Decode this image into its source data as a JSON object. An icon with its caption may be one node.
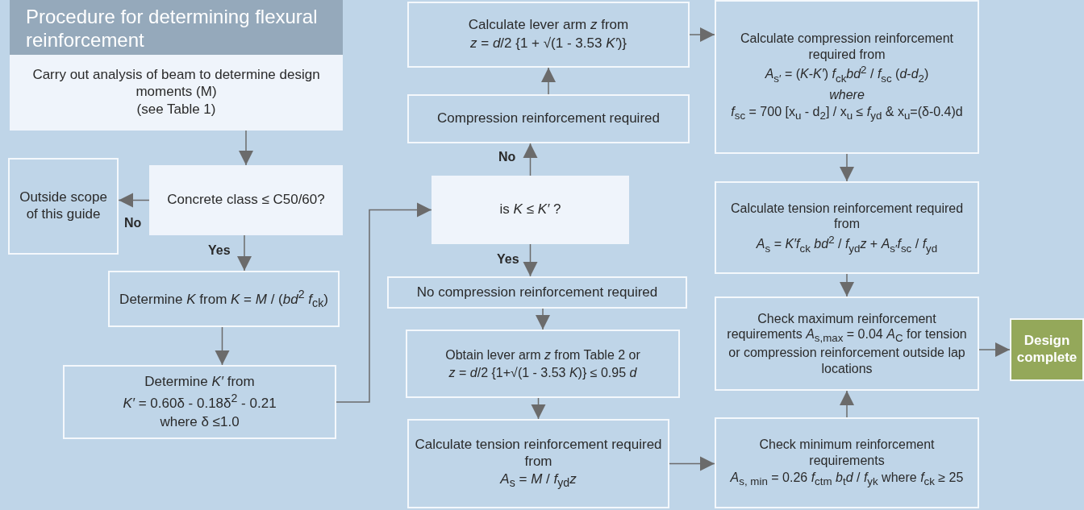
{
  "diagram": {
    "title": "Procedure for determining flexural reinforcement",
    "nodes": [
      {
        "text": [
          "Carry out analysis of beam to determine design moments (M)",
          "(see Table 1)"
        ]
      },
      {
        "text": [
          "Concrete class ≤ C50/60?"
        ]
      },
      {
        "text": [
          "Outside scope of this guide"
        ]
      },
      {
        "text": [
          "Determine *K* from *K* = *M* / (*bd*$^{2}$ *f*$_{ck}$)"
        ]
      },
      {
        "text": [
          "Determine *K′* from",
          "*K′* = 0.60δ - 0.18δ$^{2}$ - 0.21",
          "where δ ≤1.0"
        ]
      },
      {
        "text": [
          "Calculate lever arm *z* from",
          "*z* = *d*/2 {1 + √(1 - 3.53 *K′*)}"
        ]
      },
      {
        "text": [
          "Compression reinforcement required"
        ]
      },
      {
        "text": [
          "is *K* ≤ *K′* ?"
        ]
      },
      {
        "text": [
          "No compression reinforcement required"
        ]
      },
      {
        "text": [
          "Obtain lever arm *z* from Table 2 or",
          "*z* = *d*/2 {1+√(1 - 3.53 *K*)} ≤ 0.95 *d*"
        ]
      },
      {
        "text": [
          "Calculate tension reinforcement required from",
          "*A*$_{s}$ = *M* / *f*$_{yd}$*z*"
        ]
      },
      {
        "text": [
          "Calculate compression reinforcement required from",
          "*A*$_{s′}$ = (*K*-*K′*) *f*$_{ck}$*bd*$^{2}$ / *f*$_{sc}$ (*d*-*d*$_{2}$)",
          "where",
          "*f*$_{sc}$ = 700 [x$_{u}$ - d$_{2}$] / x$_{u}$ ≤ *f*$_{yd}$ & x$_{u}$=(δ-0.4)d"
        ]
      },
      {
        "text": [
          "Calculate tension reinforcement required from",
          "*A*$_{s}$ = *K′f*$_{ck}$ *bd*$^{2}$ / *f*$_{yd}$*z* + *A*$_{s′}$*f*$_{sc}$ / *f*$_{yd}$"
        ]
      },
      {
        "text": [
          "Check maximum reinforcement requirements *A*$_{s,max}$ = 0.04 *A*$_{C}$ for tension or compression reinforcement outside lap locations"
        ]
      },
      {
        "text": [
          "Check minimum reinforcement requirements",
          "*A*$_{s, min}$ = 0.26 *f*$_{ctm}$ *b*$_{t}$*d* / *f*$_{yk}$ where *f*$_{ck}$ ≥ 25"
        ]
      },
      {
        "text": [
          "Design complete"
        ]
      }
    ],
    "edges": [
      {
        "from": 0,
        "to": 1,
        "arrow": "to"
      },
      {
        "from": 1,
        "to": 2,
        "arrow": "to",
        "label": "No"
      },
      {
        "from": 1,
        "to": 3,
        "arrow": "to",
        "label": "Yes"
      },
      {
        "from": 3,
        "to": 4,
        "arrow": "to"
      },
      {
        "from": 4,
        "to": 7,
        "arrow": "to"
      },
      {
        "from": 7,
        "to": 6,
        "arrow": "to",
        "label": "No"
      },
      {
        "from": 6,
        "to": 5,
        "arrow": "to"
      },
      {
        "from": 5,
        "to": 11,
        "arrow": "to"
      },
      {
        "from": 11,
        "to": 12,
        "arrow": "to"
      },
      {
        "from": 12,
        "to": 13,
        "arrow": "to"
      },
      {
        "from": 7,
        "to": 8,
        "arrow": "to",
        "label": "Yes"
      },
      {
        "from": 8,
        "to": 9,
        "arrow": "to"
      },
      {
        "from": 9,
        "to": 10,
        "arrow": "to"
      },
      {
        "from": 10,
        "to": 14,
        "arrow": "to"
      },
      {
        "from": 14,
        "to": 13,
        "arrow": "to"
      },
      {
        "from": 13,
        "to": 15,
        "arrow": "to"
      }
    ]
  }
}
